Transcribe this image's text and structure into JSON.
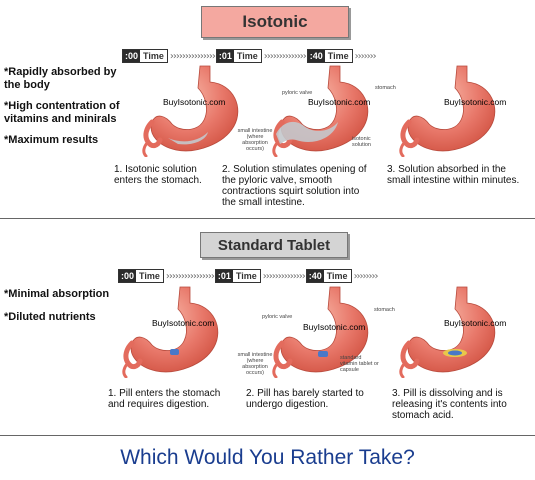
{
  "isotonic": {
    "title": "Isotonic",
    "bullets": [
      "*Rapidly absorbed by the body",
      "*High contentration of vitamins and minirals",
      "*Maximum results"
    ],
    "times": [
      ":00",
      ":01",
      ":40"
    ],
    "time_word": "Time",
    "watermark": "BuyIsotonic.com",
    "labels": {
      "pyloric": "pyloric valve",
      "stomach": "stomach",
      "intestine": "small intestine (where absorption occurs)",
      "solution": "isotonic solution"
    },
    "captions": [
      "1. Isotonic solution enters the stomach.",
      "2. Solution stimulates opening of the pyloric valve, smooth contractions squirt solution into the small intestine.",
      "3. Solution absorbed in the small intestine within minutes."
    ]
  },
  "standard": {
    "title": "Standard Tablet",
    "bullets": [
      "*Minimal absorption",
      "*Diluted nutrients"
    ],
    "times": [
      ":00",
      ":01",
      ":40"
    ],
    "time_word": "Time",
    "watermark": "BuyIsotonic.com",
    "labels": {
      "pyloric": "pyloric valve",
      "stomach": "stomach",
      "intestine": "small intestine (where absorption occurs)",
      "tablet": "standard vitamin tablet or capsule"
    },
    "captions": [
      "1. Pill enters the stomach and requires digestion.",
      "2. Pill has barely started to undergo digestion.",
      "3. Pill is dissolving and is releasing it's contents into stomach acid."
    ]
  },
  "question": "Which Would You Rather Take?",
  "colors": {
    "stomach": "#e36b5d",
    "stomach_light": "#f5a898",
    "solution": "#c4c8cc",
    "pill": "#4a78c8",
    "question": "#1a3d8f"
  }
}
